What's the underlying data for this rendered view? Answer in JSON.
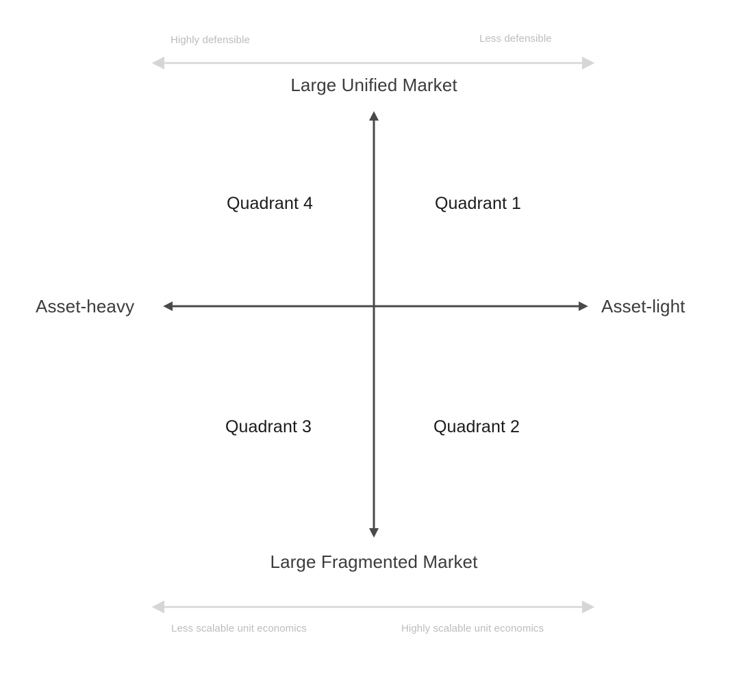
{
  "chart_data": {
    "type": "scatter",
    "title": "",
    "subtitle": "",
    "xlabel": "Asset-heavy ↔ Asset-light",
    "ylabel": "Large Unified Market ↔ Large Fragmented Market",
    "grid": false,
    "legend": "none",
    "axes": {
      "horizontal": {
        "left_label": "Asset-heavy",
        "right_label": "Asset-light",
        "color": "#4a4a4a",
        "double_headed": true
      },
      "vertical": {
        "top_label": "Large Unified Market",
        "bottom_label": "Large Fragmented Market",
        "color": "#4a4a4a",
        "double_headed": true
      }
    },
    "scales": [
      {
        "position": "top",
        "title": "Large Unified Market",
        "left_caption": "Highly defensible",
        "right_caption": "Less defensible",
        "color": "#d6d6d6",
        "double_headed": true
      },
      {
        "position": "bottom",
        "title": "Large Fragmented Market",
        "left_caption": "Less scalable unit economics",
        "right_caption": "Highly scalable unit economics",
        "color": "#d6d6d6",
        "double_headed": true
      }
    ],
    "quadrants": [
      {
        "id": "q1",
        "label": "Quadrant 1",
        "position": "top-right",
        "x": 0.5,
        "y": 0.5
      },
      {
        "id": "q2",
        "label": "Quadrant 2",
        "position": "bottom-right",
        "x": 0.5,
        "y": -0.5
      },
      {
        "id": "q3",
        "label": "Quadrant 3",
        "position": "bottom-left",
        "x": -0.5,
        "y": -0.5
      },
      {
        "id": "q4",
        "label": "Quadrant 4",
        "position": "top-left",
        "x": -0.5,
        "y": 0.5
      }
    ]
  },
  "colors": {
    "background": "#ffffff",
    "axis_dark": "#4a4a4a",
    "axis_light": "#d6d6d6",
    "text_dark": "#3c3c3c",
    "text_quadrant": "#1b1b1b",
    "text_muted": "#bcbcbc"
  },
  "top_scale": {
    "left_caption": "Highly defensible",
    "right_caption": "Less defensible",
    "title": "Large Unified Market"
  },
  "bottom_scale": {
    "title": "Large Fragmented Market",
    "left_caption": "Less scalable unit economics",
    "right_caption": "Highly scalable unit economics"
  },
  "horizontal_axis": {
    "left_label": "Asset-heavy",
    "right_label": "Asset-light"
  },
  "quadrant_labels": {
    "q1": "Quadrant 1",
    "q2": "Quadrant 2",
    "q3": "Quadrant 3",
    "q4": "Quadrant 4"
  }
}
